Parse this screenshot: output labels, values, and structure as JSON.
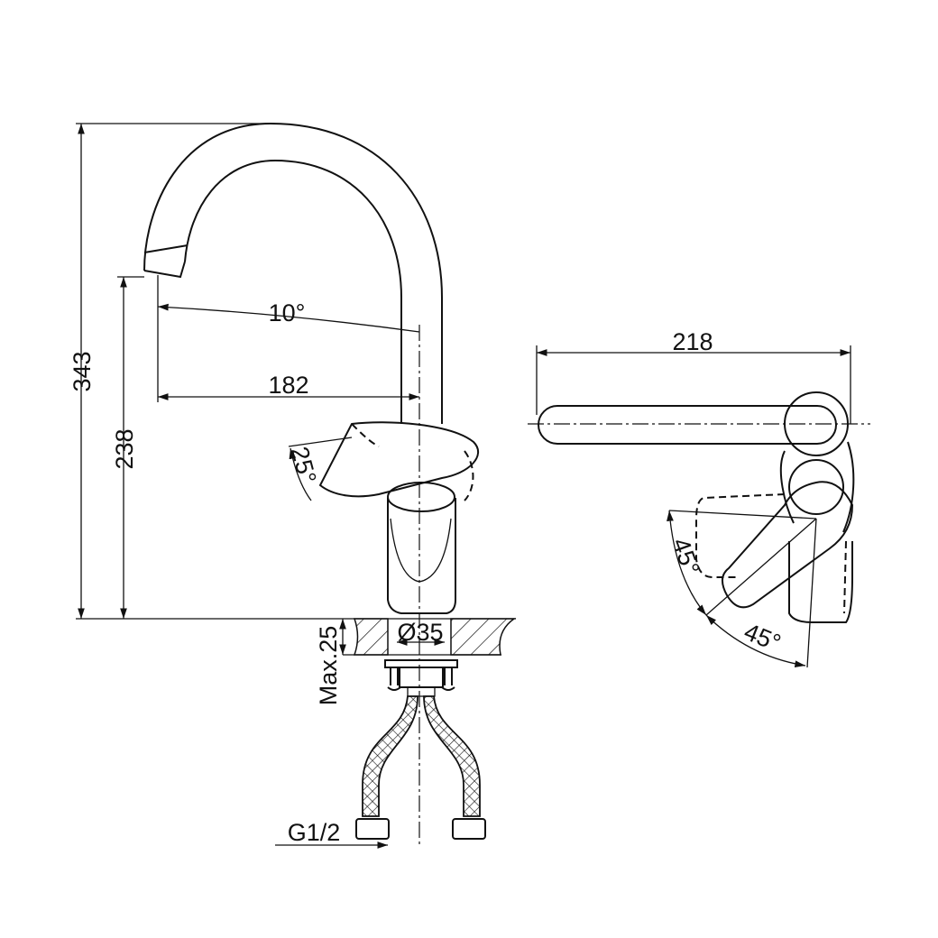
{
  "title": "Kitchen mixer faucet dimension drawing",
  "front_view": {
    "dimensions": {
      "total_height": "343",
      "spout_height": "238",
      "spout_reach": "182",
      "spout_angle": "10°",
      "handle_tilt": "25°",
      "hole_diameter": "Ø35",
      "max_counter_thickness": "Max.25",
      "connection_thread": "G1/2"
    }
  },
  "top_view": {
    "dimensions": {
      "spout_length": "218",
      "handle_rotation_1": "45°",
      "handle_rotation_2": "45°"
    }
  }
}
